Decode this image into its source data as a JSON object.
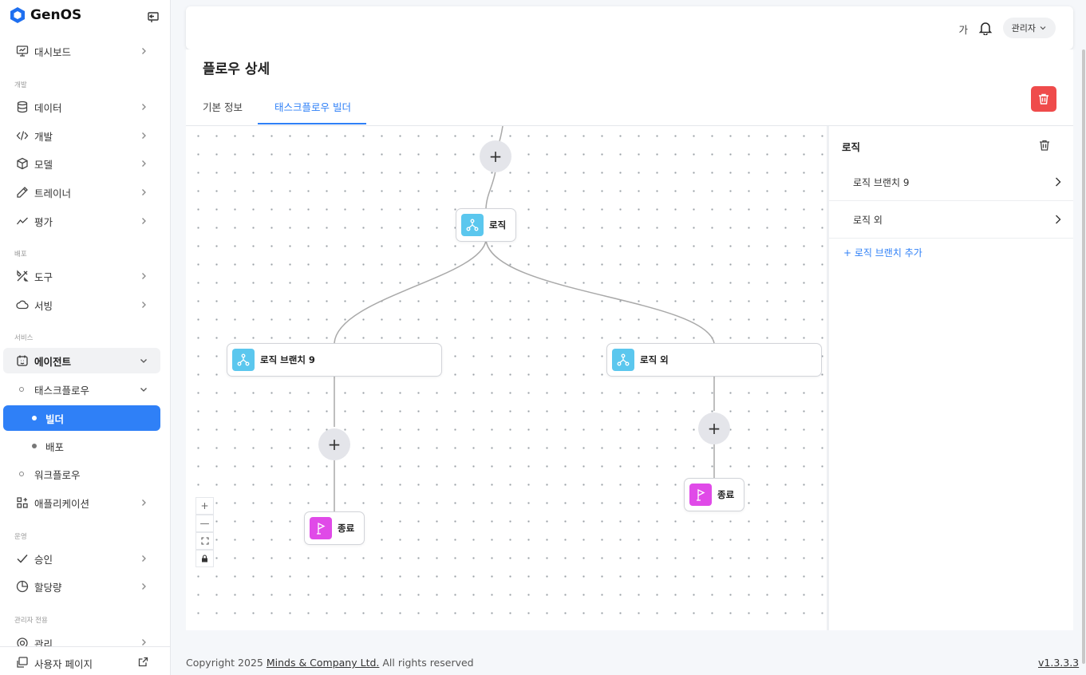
{
  "app": {
    "logo_text": "GenOS"
  },
  "colors": {
    "accent": "#2f80f7",
    "logic_icon": "#5bc7ee",
    "end_icon": "#e04ae8",
    "danger": "#ef4b4b"
  },
  "sidebar": {
    "sections": {
      "dev": "개발",
      "deploy": "배포",
      "service": "서비스",
      "ops": "운영",
      "admin": "관리자 전용"
    },
    "items": {
      "dashboard": "대시보드",
      "data": "데이터",
      "develop": "개발",
      "model": "모델",
      "trainer": "트레이너",
      "evaluation": "평가",
      "tools": "도구",
      "serving": "서빙",
      "agent": "에이전트",
      "taskflow": "태스크플로우",
      "builder": "빌더",
      "deploy_sub": "배포",
      "workflow": "워크플로우",
      "application": "애플리케이션",
      "approval": "승인",
      "quota": "할당량",
      "manage": "관리"
    },
    "footer_label": "사용자 페이지"
  },
  "header": {
    "font_toggle": "가",
    "user_label": "관리자"
  },
  "page": {
    "title": "플로우 상세",
    "tabs": [
      "기본 정보",
      "태스크플로우 빌더"
    ],
    "active_tab": 1
  },
  "canvas": {
    "nodes": {
      "logic": "로직",
      "branch_9": "로직 브랜치 9",
      "branch_else": "로직 외",
      "end_left": "종료",
      "end_right": "종료"
    },
    "add_symbol": "+",
    "zoom_controls": [
      "+",
      "—",
      "⛶",
      "🔒"
    ]
  },
  "right_panel": {
    "title": "로직",
    "items": [
      "로직 브랜치 9",
      "로직 외"
    ],
    "add_label": "+ 로직 브랜치 추가"
  },
  "footer": {
    "copyright_prefix": "Copyright 2025 ",
    "company": "Minds & Company Ltd.",
    "copyright_suffix": " All rights reserved",
    "version": "v1.3.3.3"
  }
}
